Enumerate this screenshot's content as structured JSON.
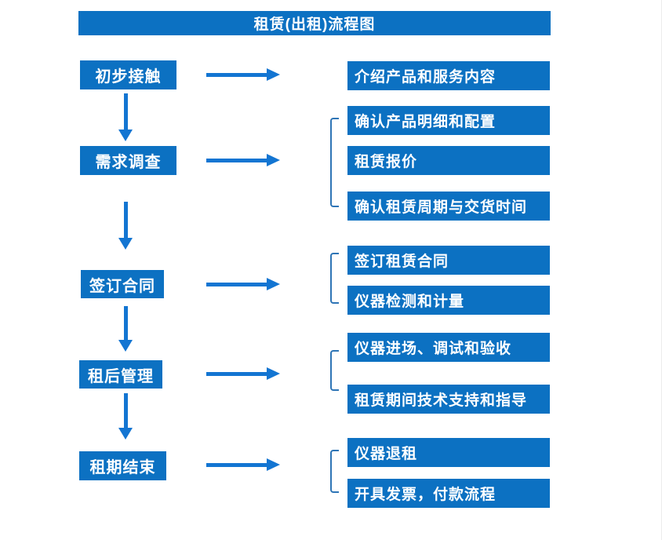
{
  "title": "租赁(出租)流程图",
  "colors": {
    "box_blue": "#0c71c2",
    "arrow_blue": "#1375d2",
    "bracket_blue": "#2e75b6",
    "text_white": "#ffffff"
  },
  "flow": [
    {
      "stage": "初步接触",
      "details": [
        "介绍产品和服务内容"
      ]
    },
    {
      "stage": "需求调查",
      "details": [
        "确认产品明细和配置",
        "租赁报价",
        "确认租赁周期与交货时间"
      ]
    },
    {
      "stage": "签订合同",
      "details": [
        "签订租赁合同",
        "仪器检测和计量"
      ]
    },
    {
      "stage": "租后管理",
      "details": [
        "仪器进场、调试和验收",
        "租赁期间技术支持和指导"
      ]
    },
    {
      "stage": "租期结束",
      "details": [
        "仪器退租",
        "开具发票，付款流程"
      ]
    }
  ]
}
